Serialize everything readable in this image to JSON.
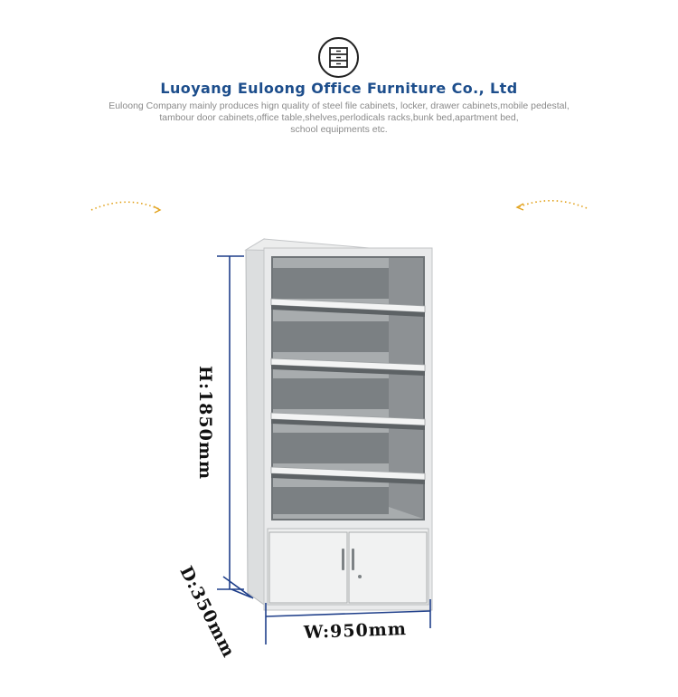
{
  "header": {
    "logo_icon": "cabinet-drawer-icon",
    "company_name": "Luoyang Euloong Office Furniture Co., Ltd",
    "description_lines": [
      "Euloong Company mainly produces hign quality of steel file cabinets,  locker,  drawer cabinets,mobile pedestal,",
      "tambour door cabinets,office table,shelves,perlodicals racks,bunk bed,apartment bed,",
      "school equipments etc."
    ]
  },
  "decor": {
    "left_arrow_icon": "dotted-curved-arrow-right-icon",
    "right_arrow_icon": "dotted-curved-arrow-left-icon",
    "arrow_color": "#e2a21c"
  },
  "product": {
    "name_icon": "steel-shelf-cabinet-image",
    "shelf_count": 5,
    "door_count": 2,
    "body_color": "#e8e9ea",
    "dimensions": {
      "height_label": "H:1850mm",
      "depth_label": "D:350mm",
      "width_label": "W:950mm",
      "line_color": "#1f3f8a"
    }
  }
}
